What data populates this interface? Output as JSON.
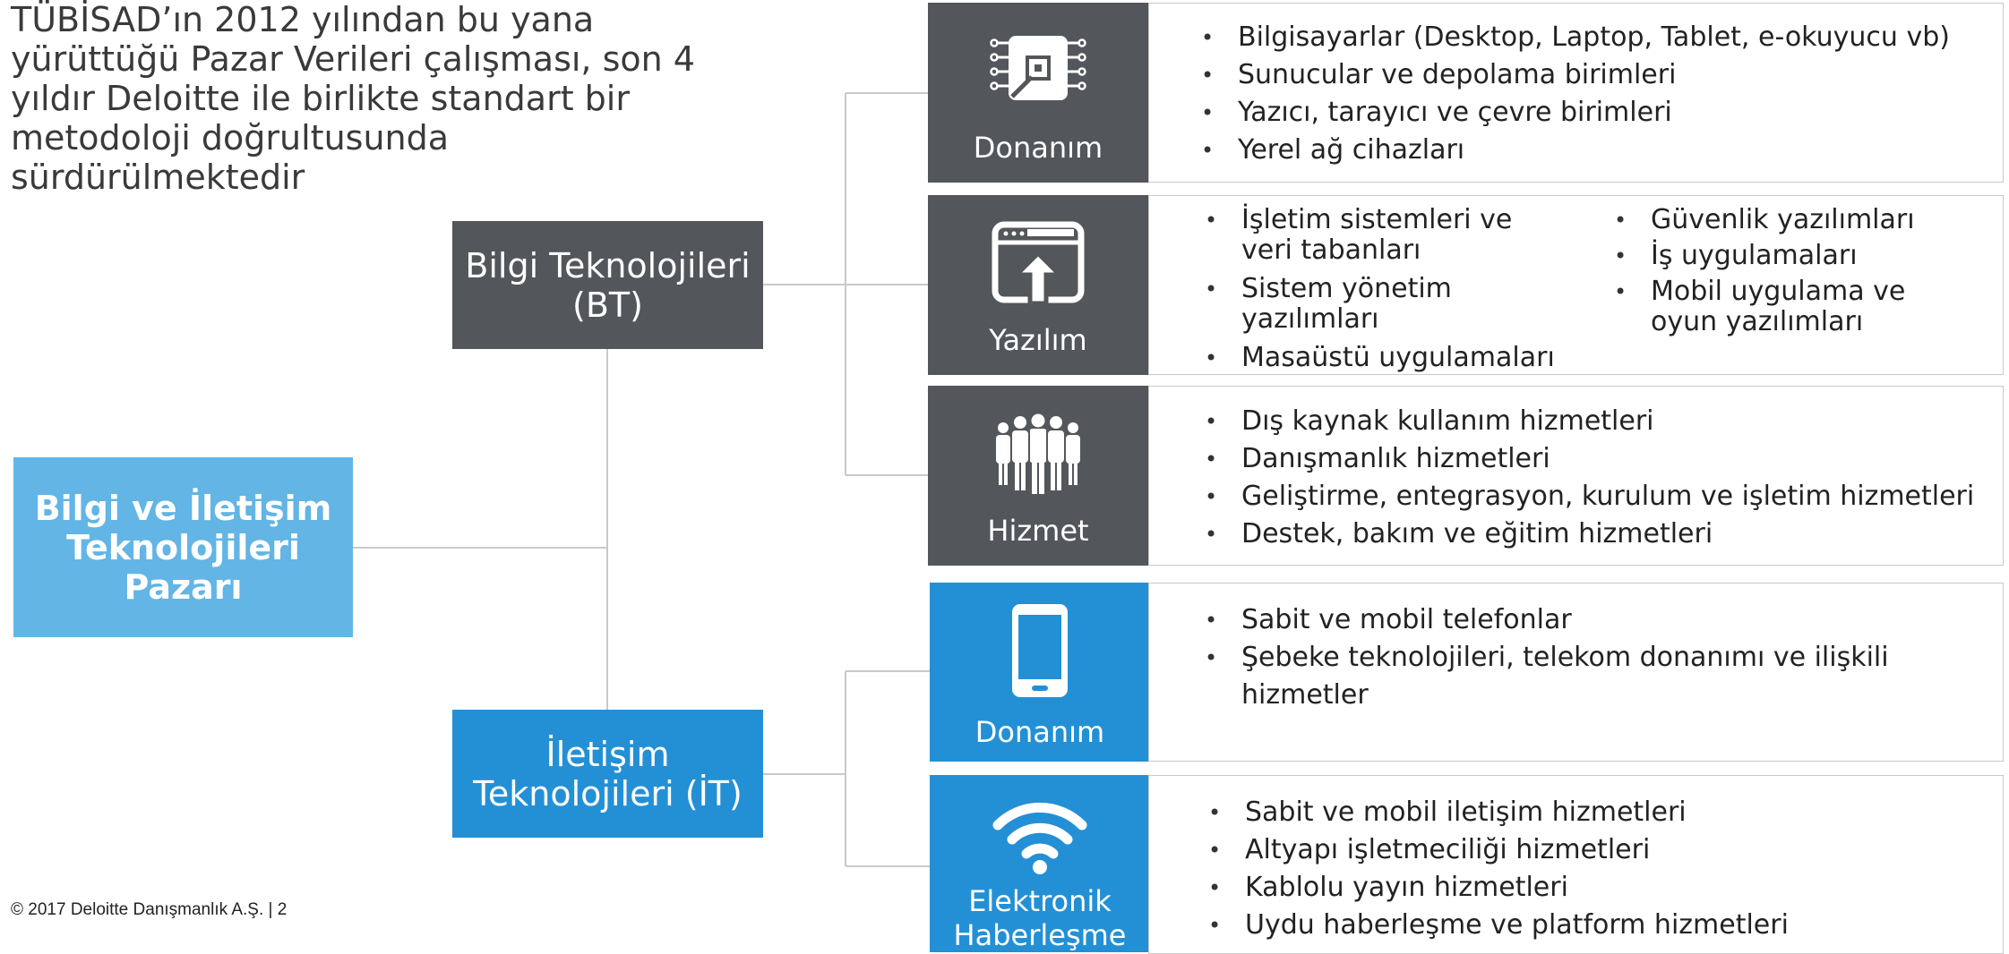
{
  "intro_text": "TÜBİSAD’ın 2012 yılından bu yana yürüttüğü Pazar Verileri çalışması, son 4 yıldır Deloitte ile birlikte standart bir metodoloji doğrultusunda sürdürülmektedir",
  "footer": "© 2017 Deloitte Danışmanlık A.Ş.  |  2",
  "colors": {
    "root": "#62b5e5",
    "gray": "#53565a",
    "blue": "#2390d6",
    "line": "#c9c9c9"
  },
  "root": {
    "label": "Bilgi ve İletişim Teknolojileri Pazarı"
  },
  "bt": {
    "label_line1": "Bilgi Teknolojileri",
    "label_line2": "(BT)",
    "categories": [
      {
        "label": "Donanım",
        "icon": "chip-icon",
        "items": [
          "Bilgisayarlar (Desktop, Laptop, Tablet, e-okuyucu vb)",
          "Sunucular ve depolama birimleri",
          "Yazıcı, tarayıcı ve çevre birimleri",
          "Yerel ağ cihazları"
        ]
      },
      {
        "label": "Yazılım",
        "icon": "software-upload-icon",
        "items_left": [
          "İşletim sistemleri ve veri tabanları",
          "Sistem yönetim yazılımları",
          "Masaüstü uygulamaları"
        ],
        "items_right": [
          "Güvenlik yazılımları",
          "İş uygulamaları",
          "Mobil uygulama ve oyun yazılımları"
        ]
      },
      {
        "label": "Hizmet",
        "icon": "people-group-icon",
        "items": [
          "Dış kaynak kullanım hizmetleri",
          "Danışmanlık hizmetleri",
          "Geliştirme, entegrasyon, kurulum ve işletim hizmetleri",
          "Destek, bakım ve eğitim hizmetleri"
        ]
      }
    ]
  },
  "it": {
    "label_line1": "İletişim",
    "label_line2": "Teknolojileri (İT)",
    "categories": [
      {
        "label": "Donanım",
        "icon": "smartphone-icon",
        "items": [
          "Sabit ve mobil telefonlar",
          "Şebeke teknolojileri, telekom donanımı ve ilişkili hizmetler"
        ]
      },
      {
        "label_line1": "Elektronik",
        "label_line2": "Haberleşme",
        "icon": "wifi-icon",
        "items": [
          "Sabit ve mobil iletişim hizmetleri",
          "Altyapı işletmeciliği hizmetleri",
          "Kablolu yayın hizmetleri",
          "Uydu haberleşme ve platform hizmetleri"
        ]
      }
    ]
  }
}
